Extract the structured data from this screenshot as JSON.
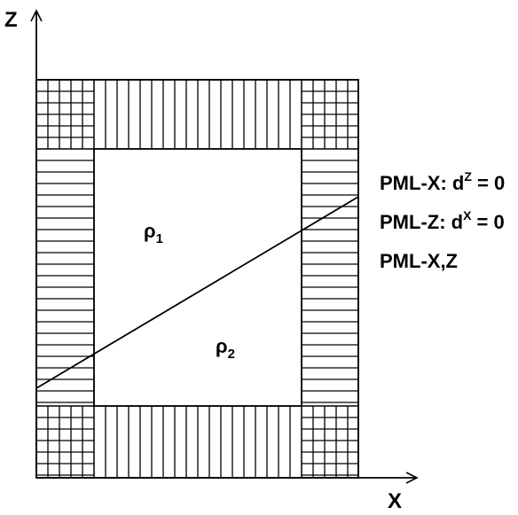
{
  "axes": {
    "x_label": "X",
    "z_label": "Z"
  },
  "regions": {
    "upper_medium": {
      "symbol": "ρ",
      "subscript": "1"
    },
    "lower_medium": {
      "symbol": "ρ",
      "subscript": "2"
    }
  },
  "legend": {
    "pml_x": {
      "prefix": "PML-X: d",
      "superscript": "Z",
      "suffix": " = 0"
    },
    "pml_z": {
      "prefix": "PML-Z: d",
      "superscript": "X",
      "suffix": " = 0"
    },
    "pml_xz": {
      "text": "PML-X,Z"
    }
  },
  "colors": {
    "stroke": "#000000",
    "background": "#ffffff"
  }
}
